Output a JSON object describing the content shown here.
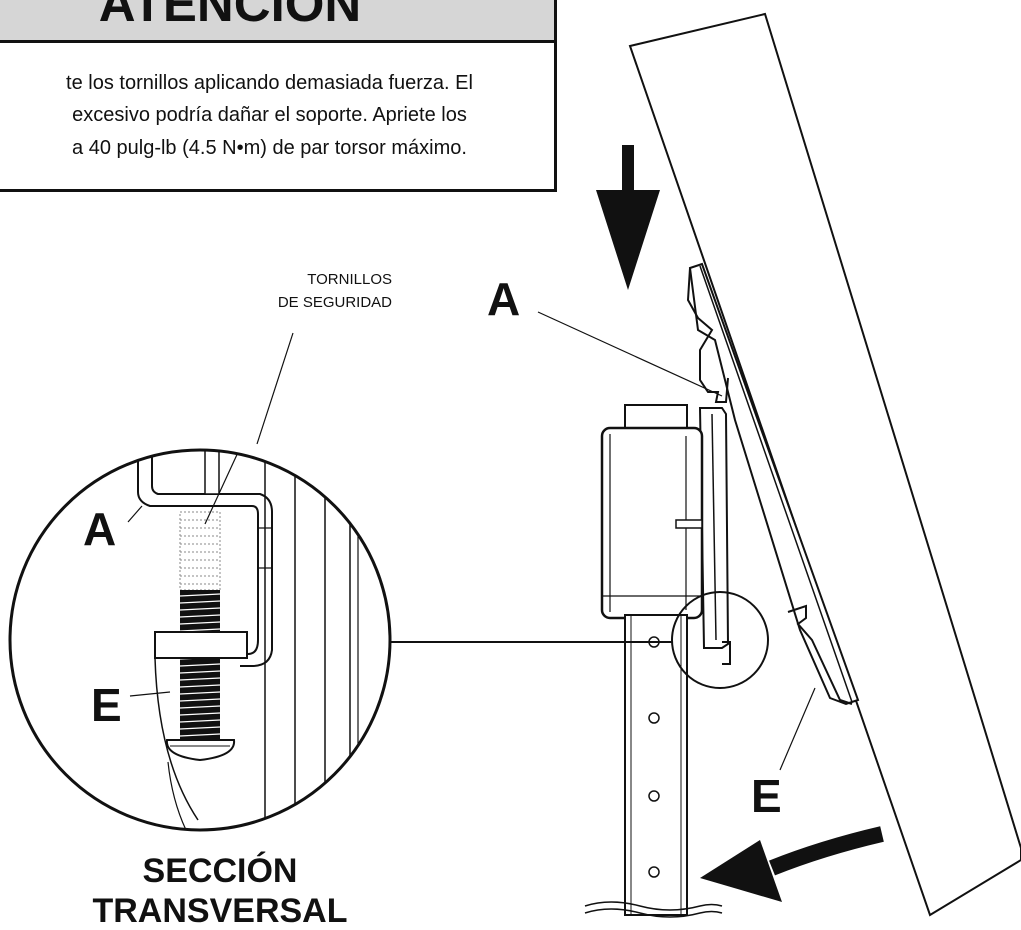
{
  "warning": {
    "title": "ATENCIÓN",
    "lines": [
      "te los tornillos aplicando demasiada fuerza. El",
      "excesivo podría dañar el soporte. Apriete los",
      "a 40 pulg-lb (4.5 N•m) de par torsor máximo."
    ]
  },
  "callouts": {
    "security_screws": [
      "TORNILLOS",
      "DE SEGURIDAD"
    ]
  },
  "labels": {
    "part_a": "A",
    "part_e": "E"
  },
  "section_title": [
    "SECCIÓN",
    "TRANSVERSAL"
  ],
  "colors": {
    "ink": "#111111",
    "header_fill": "#d6d6d6",
    "thread_hidden": "#8a8a8a",
    "background": "#ffffff"
  }
}
